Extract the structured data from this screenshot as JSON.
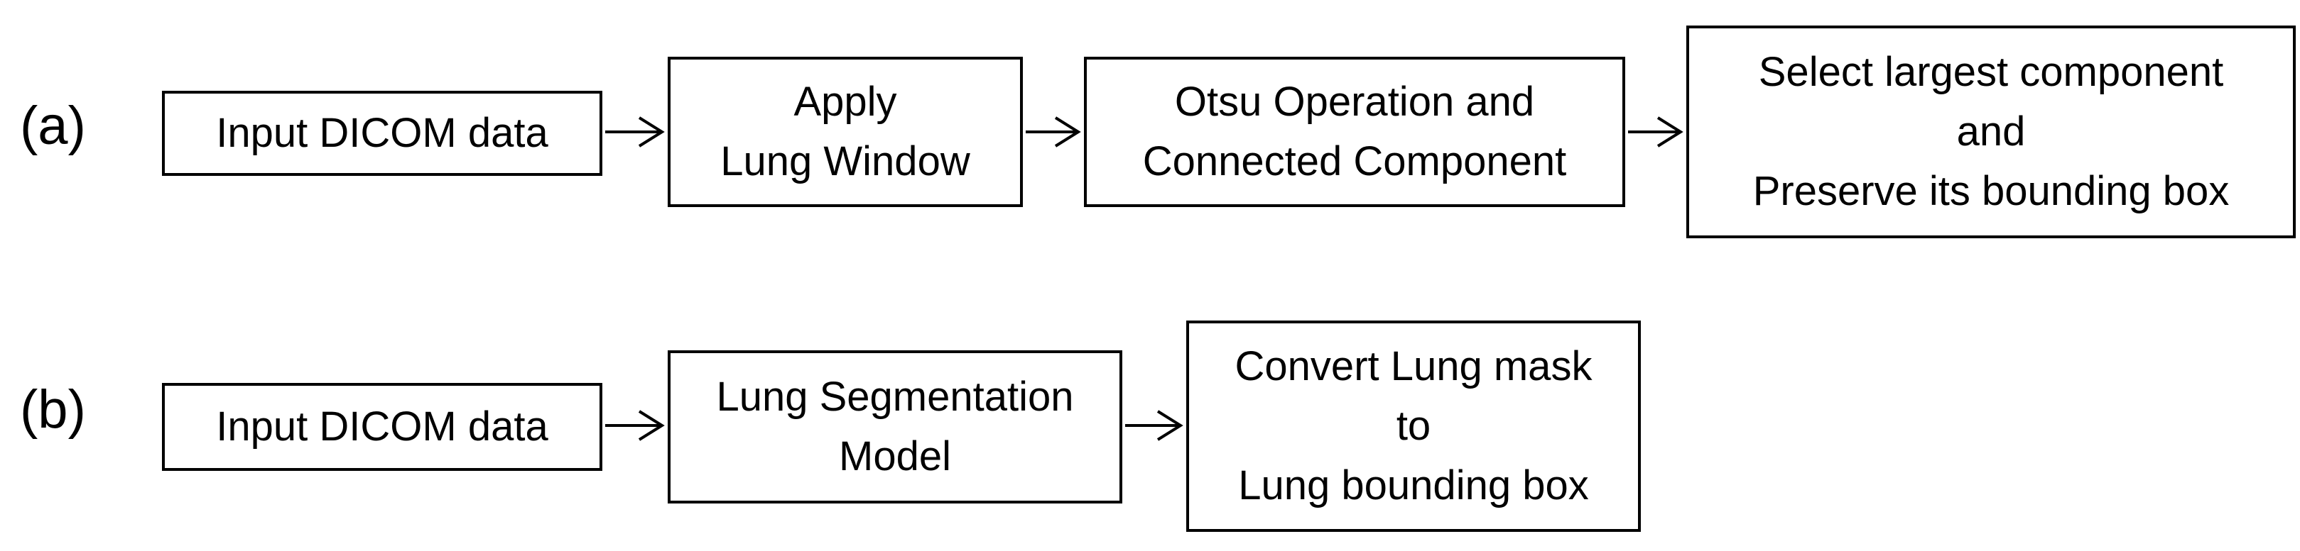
{
  "rows": [
    {
      "label": "(a)",
      "steps": [
        {
          "lines": [
            "Input DICOM data"
          ]
        },
        {
          "lines": [
            "Apply",
            "Lung Window"
          ]
        },
        {
          "lines": [
            "Otsu Operation and",
            "Connected Component"
          ]
        },
        {
          "lines": [
            "Select largest component",
            "and",
            "Preserve its bounding box"
          ]
        }
      ]
    },
    {
      "label": "(b)",
      "steps": [
        {
          "lines": [
            "Input DICOM data"
          ]
        },
        {
          "lines": [
            "Lung Segmentation",
            "Model"
          ]
        },
        {
          "lines": [
            "Convert Lung mask",
            "to",
            "Lung bounding box"
          ]
        }
      ]
    }
  ]
}
